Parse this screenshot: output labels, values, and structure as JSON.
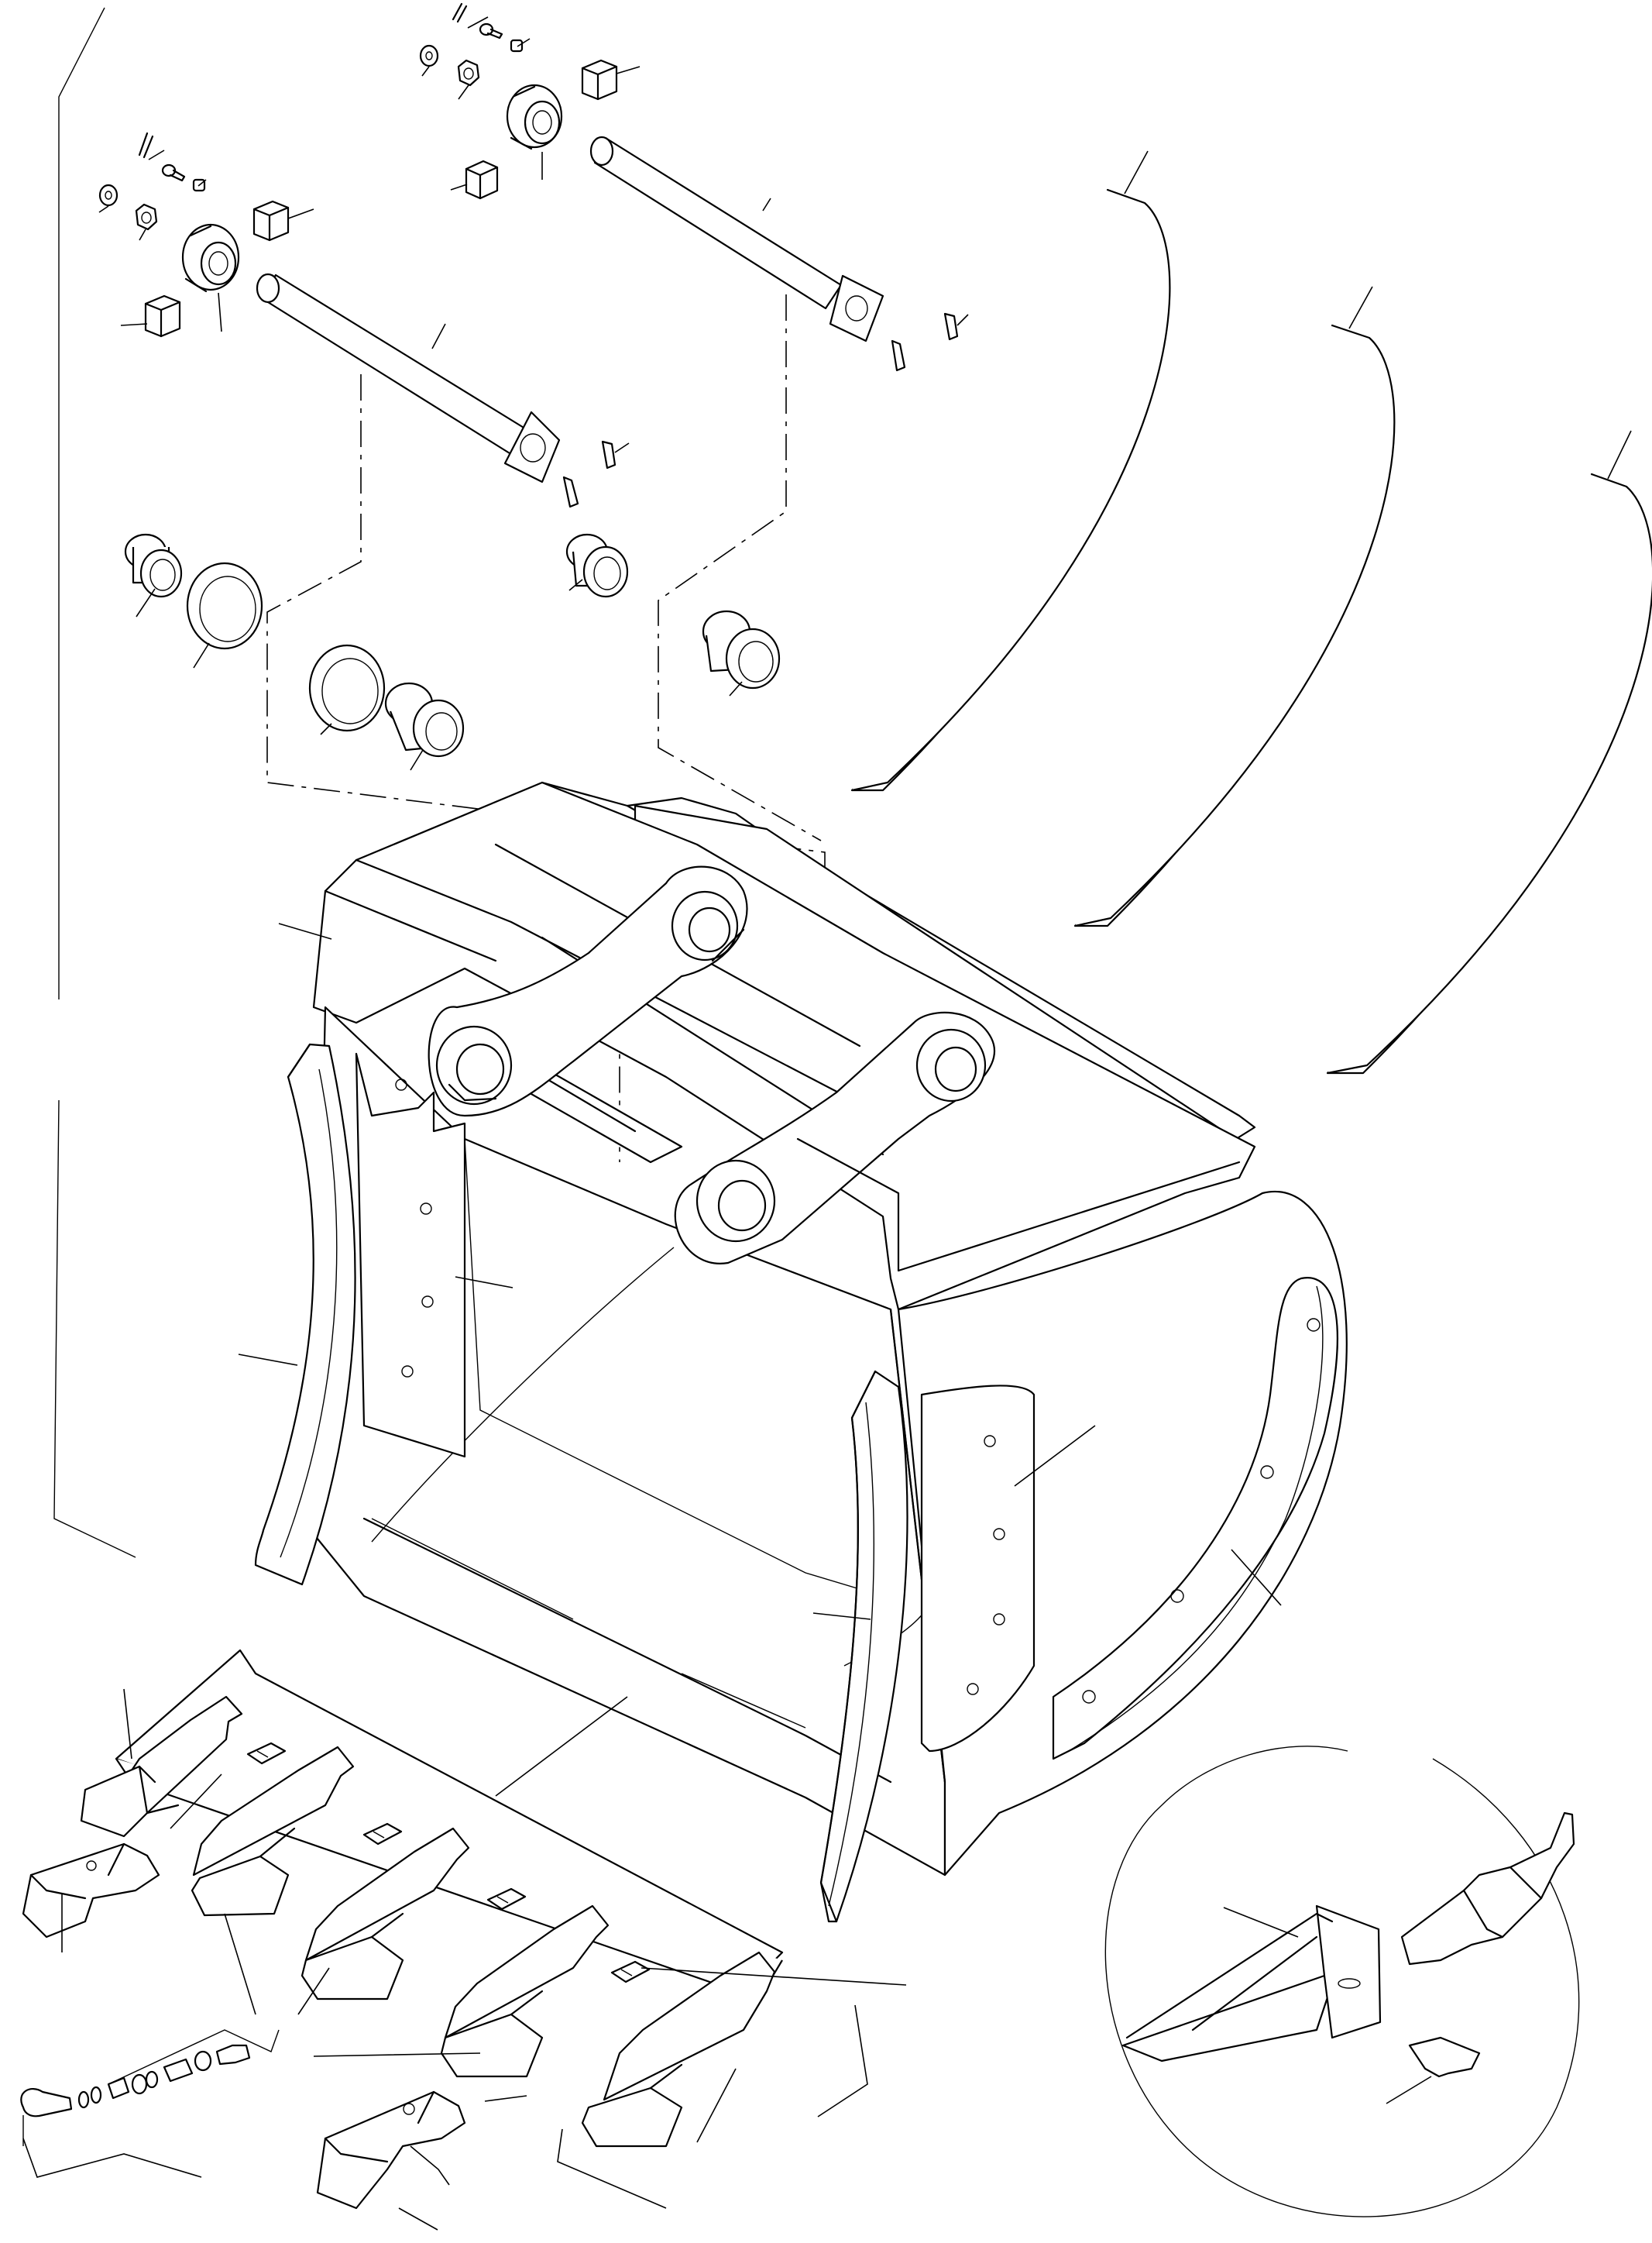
{
  "drawing": {
    "kind": "exploded-parts-diagram",
    "background": "#ffffff",
    "line_color": "#000000",
    "labels": []
  },
  "assemblies": [
    {
      "key": "pin-upper",
      "parts": [
        "cotter-pin",
        "bolt",
        "washer",
        "nut",
        "lock-nut",
        "flange-collar",
        "shim-block",
        "shim-block",
        "pin",
        "key"
      ]
    },
    {
      "key": "pin-lower",
      "parts": [
        "cotter-pin",
        "bolt",
        "washer",
        "nut",
        "lock-nut",
        "flange-collar",
        "shim-block",
        "shim-block",
        "pin",
        "key"
      ]
    },
    {
      "key": "bushings",
      "parts": [
        "bushing",
        "seal-ring",
        "seal-ring",
        "bushing",
        "bushing",
        "bushing"
      ]
    },
    {
      "key": "wear-strips",
      "parts": [
        "wear-strip",
        "wear-strip",
        "wear-strip"
      ]
    },
    {
      "key": "bucket-body",
      "parts": [
        "bucket",
        "side-cutter",
        "side-cutter",
        "wear-plate",
        "wear-plate",
        "side-plate-liner"
      ]
    },
    {
      "key": "cutting-edge",
      "parts": [
        "adapter-base",
        "tooth",
        "tooth",
        "tooth",
        "tooth",
        "tooth",
        "lock-pin",
        "spare-tooth",
        "spare-tooth"
      ]
    },
    {
      "key": "detail-circle",
      "parts": [
        "adapter",
        "tooth",
        "retainer"
      ]
    }
  ]
}
